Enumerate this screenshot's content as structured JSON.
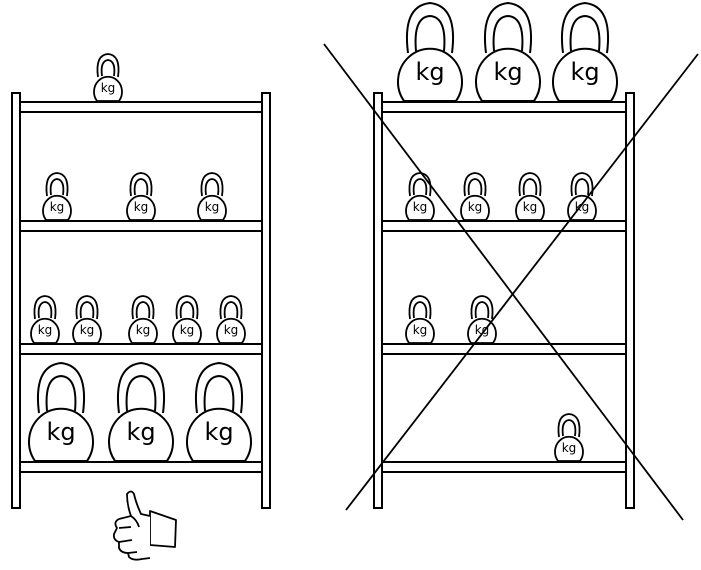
{
  "unit_label": "kg",
  "stroke_color": "#000000",
  "background": "#ffffff",
  "left_rack": {
    "verdict": "correct",
    "verdict_icon": "thumbs-up-icon",
    "top": {
      "count": 1,
      "size": "small"
    },
    "shelf_1": {
      "count": 3,
      "size": "small"
    },
    "shelf_2": {
      "count": 5,
      "size": "small"
    },
    "shelf_3": {
      "count": 3,
      "size": "large"
    }
  },
  "right_rack": {
    "verdict": "incorrect",
    "verdict_icon": "cross-out-icon",
    "top": {
      "count": 3,
      "size": "large"
    },
    "shelf_1": {
      "count": 4,
      "size": "small"
    },
    "shelf_2": {
      "count": 2,
      "size": "small"
    },
    "shelf_3": {
      "count": 1,
      "size": "small"
    }
  }
}
